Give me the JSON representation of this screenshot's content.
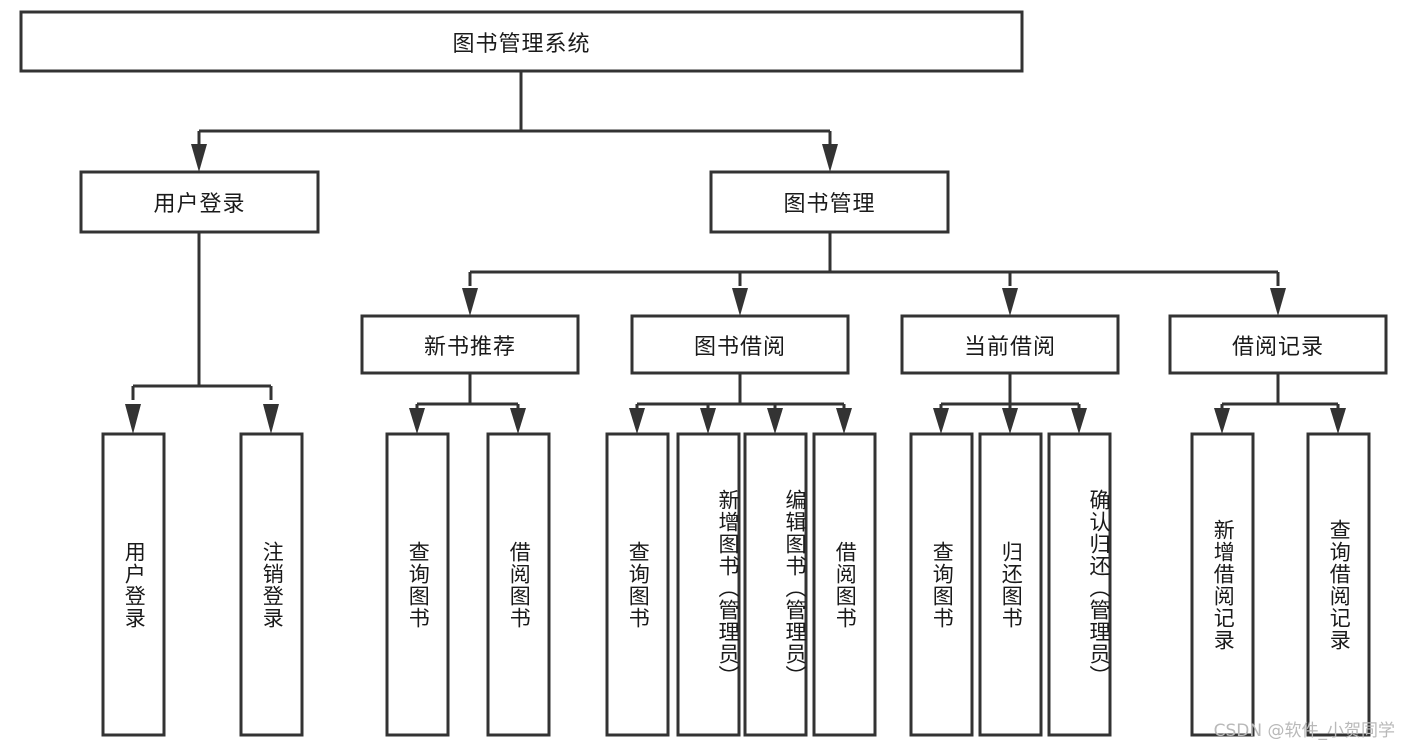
{
  "diagram": {
    "title": "图书管理系统",
    "type": "tree",
    "watermark": "CSDN @软件_小贺同学",
    "colors": {
      "stroke": "#333333",
      "fill": "#ffffff",
      "text": "#1a1a1a",
      "watermark": "#b9b9b9"
    },
    "nodes": {
      "root": "图书管理系统",
      "level2": {
        "user_login": "用户登录",
        "book_manage": "图书管理"
      },
      "level3": {
        "new_book_rec": "新书推荐",
        "book_borrow": "图书借阅",
        "current_borrow": "当前借阅",
        "borrow_record": "借阅记录"
      },
      "leaves": {
        "user_login_1": "用户登录",
        "user_login_2": "注销登录",
        "new_book_rec_1": "查询图书",
        "new_book_rec_2": "借阅图书",
        "book_borrow_1": "查询图书",
        "book_borrow_2": "新增图书（管理员）",
        "book_borrow_3": "编辑图书（管理员）",
        "book_borrow_4": "借阅图书",
        "current_borrow_1": "查询图书",
        "current_borrow_2": "归还图书",
        "current_borrow_3": "确认归还（管理员）",
        "borrow_record_1": "新增借阅记录",
        "borrow_record_2": "查询借阅记录"
      }
    }
  }
}
